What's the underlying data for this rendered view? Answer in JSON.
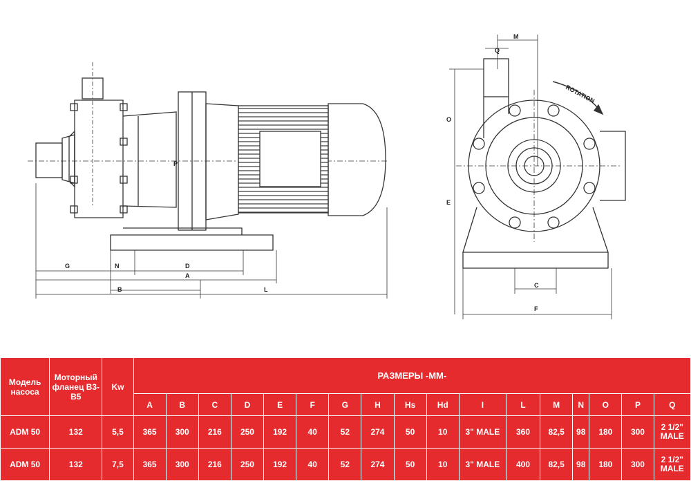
{
  "drawing": {
    "side_view_labels": {
      "G": "G",
      "N": "N",
      "D": "D",
      "A": "A",
      "B": "B",
      "L": "L",
      "P": "P"
    },
    "front_view_labels": {
      "M": "M",
      "Q": "Q",
      "O": "O",
      "E": "E",
      "C": "C",
      "F": "F",
      "rotation": "ROTATION"
    }
  },
  "table": {
    "header": {
      "model": "Модель насоса",
      "flange": "Моторный фланец B3-B5",
      "kw": "Kw",
      "dimensions": "РАЗМЕРЫ -ММ-",
      "columns": [
        "A",
        "B",
        "C",
        "D",
        "E",
        "F",
        "G",
        "H",
        "Hs",
        "Hd",
        "I",
        "L",
        "M",
        "N",
        "O",
        "P",
        "Q"
      ]
    },
    "rows": [
      {
        "model": "ADM 50",
        "flange": "132",
        "kw": "5,5",
        "values": [
          "365",
          "300",
          "216",
          "250",
          "192",
          "40",
          "52",
          "274",
          "50",
          "10",
          "3\" MALE",
          "360",
          "82,5",
          "98",
          "180",
          "300",
          "2 1/2\" MALE"
        ]
      },
      {
        "model": "ADM 50",
        "flange": "132",
        "kw": "7,5",
        "values": [
          "365",
          "300",
          "216",
          "250",
          "192",
          "40",
          "52",
          "274",
          "50",
          "10",
          "3\" MALE",
          "400",
          "82,5",
          "98",
          "180",
          "300",
          "2 1/2\" MALE"
        ]
      }
    ]
  }
}
